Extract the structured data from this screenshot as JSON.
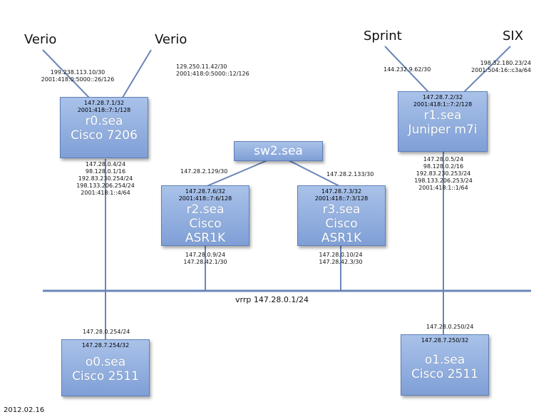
{
  "peers": {
    "verio_left": "Verio",
    "verio_right": "Verio",
    "sprint": "Sprint",
    "six": "SIX"
  },
  "uplinks": {
    "verio_left": [
      "199.238.113.10/30",
      "2001:418:0:5000::26/126"
    ],
    "verio_right": [
      "129.250.11.42/30",
      "2001:418:0:5000::12/126"
    ],
    "sprint": [
      "144.232.9.62/30"
    ],
    "six": [
      "198.32.180.23/24",
      "2001:504:16::c3a/64"
    ]
  },
  "nodes": {
    "r0": {
      "addr": [
        "147.28.7.1/32",
        "2001:418::7:1/128"
      ],
      "name": [
        "r0.sea",
        "Cisco 7206"
      ]
    },
    "r1": {
      "addr": [
        "147.28.7.2/32",
        "2001:418:1::7:2/128"
      ],
      "name": [
        "r1.sea",
        "Juniper m7i"
      ]
    },
    "sw2": {
      "name": "sw2.sea"
    },
    "r2": {
      "addr": [
        "147.28.7.6/32",
        "2001:418::7:6/128"
      ],
      "name": [
        "r2.sea",
        "Cisco",
        "ASR1K"
      ]
    },
    "r3": {
      "addr": [
        "147.28.7.3/32",
        "2001:418::7:3/128"
      ],
      "name": [
        "r3.sea",
        "Cisco",
        "ASR1K"
      ]
    },
    "o0": {
      "addr": [
        "147.28.7.254/32"
      ],
      "name": [
        "o0.sea",
        "Cisco 2511"
      ]
    },
    "o1": {
      "addr": [
        "147.28.7.250/32"
      ],
      "name": [
        "o1.sea",
        "Cisco 2511"
      ]
    }
  },
  "links": {
    "r0_lan": [
      "147.28.0.4/24",
      "98.128.0.1/16",
      "192.83.230.254/24",
      "198.133.206.254/24",
      "2001:418:1::4/64"
    ],
    "r1_lan": [
      "147.28.0.5/24",
      "98.128.0.2/16",
      "192.83.230.253/24",
      "198.133.206.253/24",
      "2001:418:1::1/64"
    ],
    "sw2_r2": "147.28.2.129/30",
    "sw2_r3": "147.28.2.133/30",
    "r2_lan": [
      "147.28.0.9/24",
      "147.28.42.1/30"
    ],
    "r3_lan": [
      "147.28.0.10/24",
      "147.28.42.3/30"
    ],
    "o0_lan": "147.28.0.254/24",
    "o1_lan": "147.28.0.250/24"
  },
  "bus_label": "vrrp 147.28.0.1/24",
  "date": "2012.02.16"
}
